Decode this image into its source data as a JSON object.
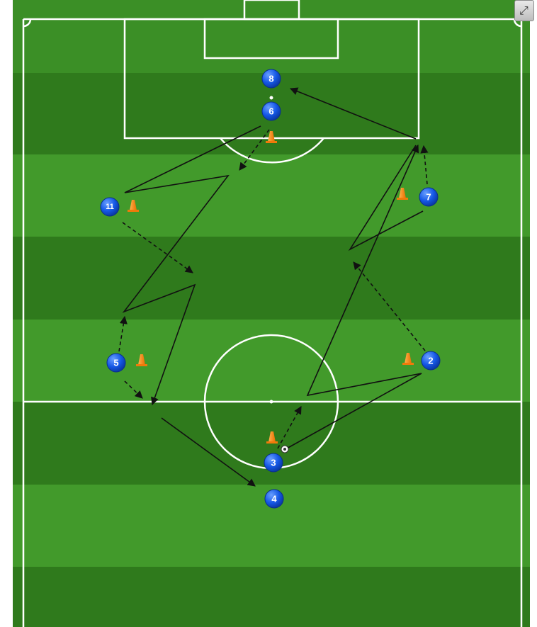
{
  "controls": {
    "expand_icon": "⤢"
  },
  "colors": {
    "pitch_dark": "#2f7d1d",
    "pitch_light": "#3f9428",
    "line": "#ffffff",
    "player": "#1558e6",
    "cone": "#ff8c1a",
    "arrow": "#111111"
  },
  "players": [
    {
      "label": "8"
    },
    {
      "label": "6"
    },
    {
      "label": "11"
    },
    {
      "label": "7"
    },
    {
      "label": "5"
    },
    {
      "label": "2"
    },
    {
      "label": "3"
    },
    {
      "label": "4"
    }
  ]
}
